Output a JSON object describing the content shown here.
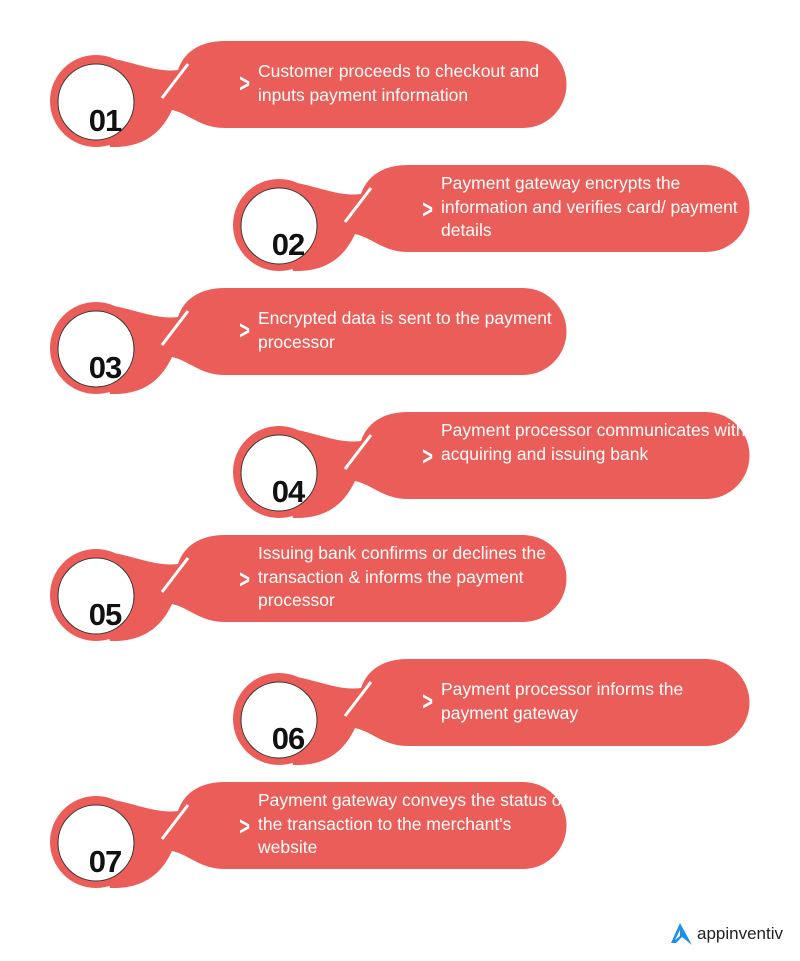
{
  "colors": {
    "accent": "#eb5d58",
    "logo_blue": "#1e90e8"
  },
  "steps": [
    {
      "number": "01",
      "text": "Customer proceeds to checkout and inputs payment information"
    },
    {
      "number": "02",
      "text": "Payment gateway encrypts the information and verifies card/ payment details"
    },
    {
      "number": "03",
      "text": "Encrypted data is sent to the payment processor"
    },
    {
      "number": "04",
      "text": "Payment processor communicates with acquiring and issuing bank"
    },
    {
      "number": "05",
      "text": "Issuing bank confirms or declines the transaction & informs the payment processor"
    },
    {
      "number": "06",
      "text": "Payment processor informs the payment gateway"
    },
    {
      "number": "07",
      "text": "Payment gateway conveys the status of the transaction to the merchant's website"
    }
  ],
  "brand": {
    "name": "appinventiv",
    "icon": "appinventiv-logo-icon"
  }
}
